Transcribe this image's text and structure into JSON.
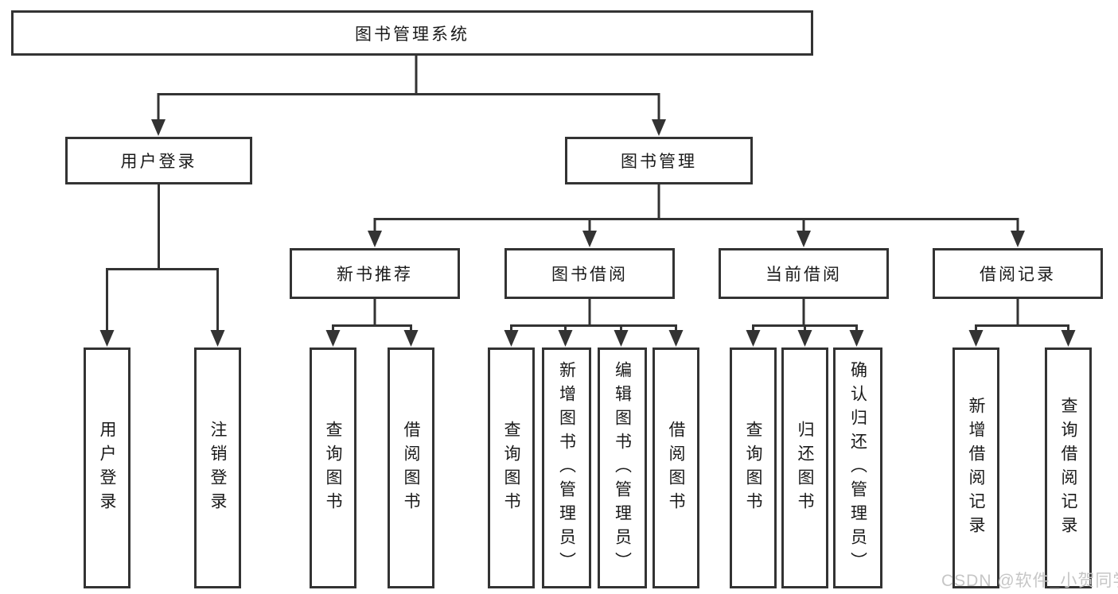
{
  "tree": {
    "root": {
      "label": "图书管理系统",
      "children": [
        {
          "label": "用户登录",
          "children": [
            {
              "label": "用户登录"
            },
            {
              "label": "注销登录"
            }
          ]
        },
        {
          "label": "图书管理",
          "children": [
            {
              "label": "新书推荐",
              "children": [
                {
                  "label": "查询图书"
                },
                {
                  "label": "借阅图书"
                }
              ]
            },
            {
              "label": "图书借阅",
              "children": [
                {
                  "label": "查询图书"
                },
                {
                  "label": "新增图书（管理员）"
                },
                {
                  "label": "编辑图书（管理员）"
                },
                {
                  "label": "借阅图书"
                }
              ]
            },
            {
              "label": "当前借阅",
              "children": [
                {
                  "label": "查询图书"
                },
                {
                  "label": "归还图书"
                },
                {
                  "label": "确认归还（管理员）"
                }
              ]
            },
            {
              "label": "借阅记录",
              "children": [
                {
                  "label": "新增借阅记录"
                },
                {
                  "label": "查询借阅记录"
                }
              ]
            }
          ]
        }
      ]
    }
  },
  "watermark": {
    "text": "CSDN @软件_小贺同学"
  },
  "colors": {
    "line": "#333333",
    "box_border": "#333333",
    "text": "#1a1a1a",
    "background": "#ffffff",
    "watermark": "#c6c6c6"
  }
}
